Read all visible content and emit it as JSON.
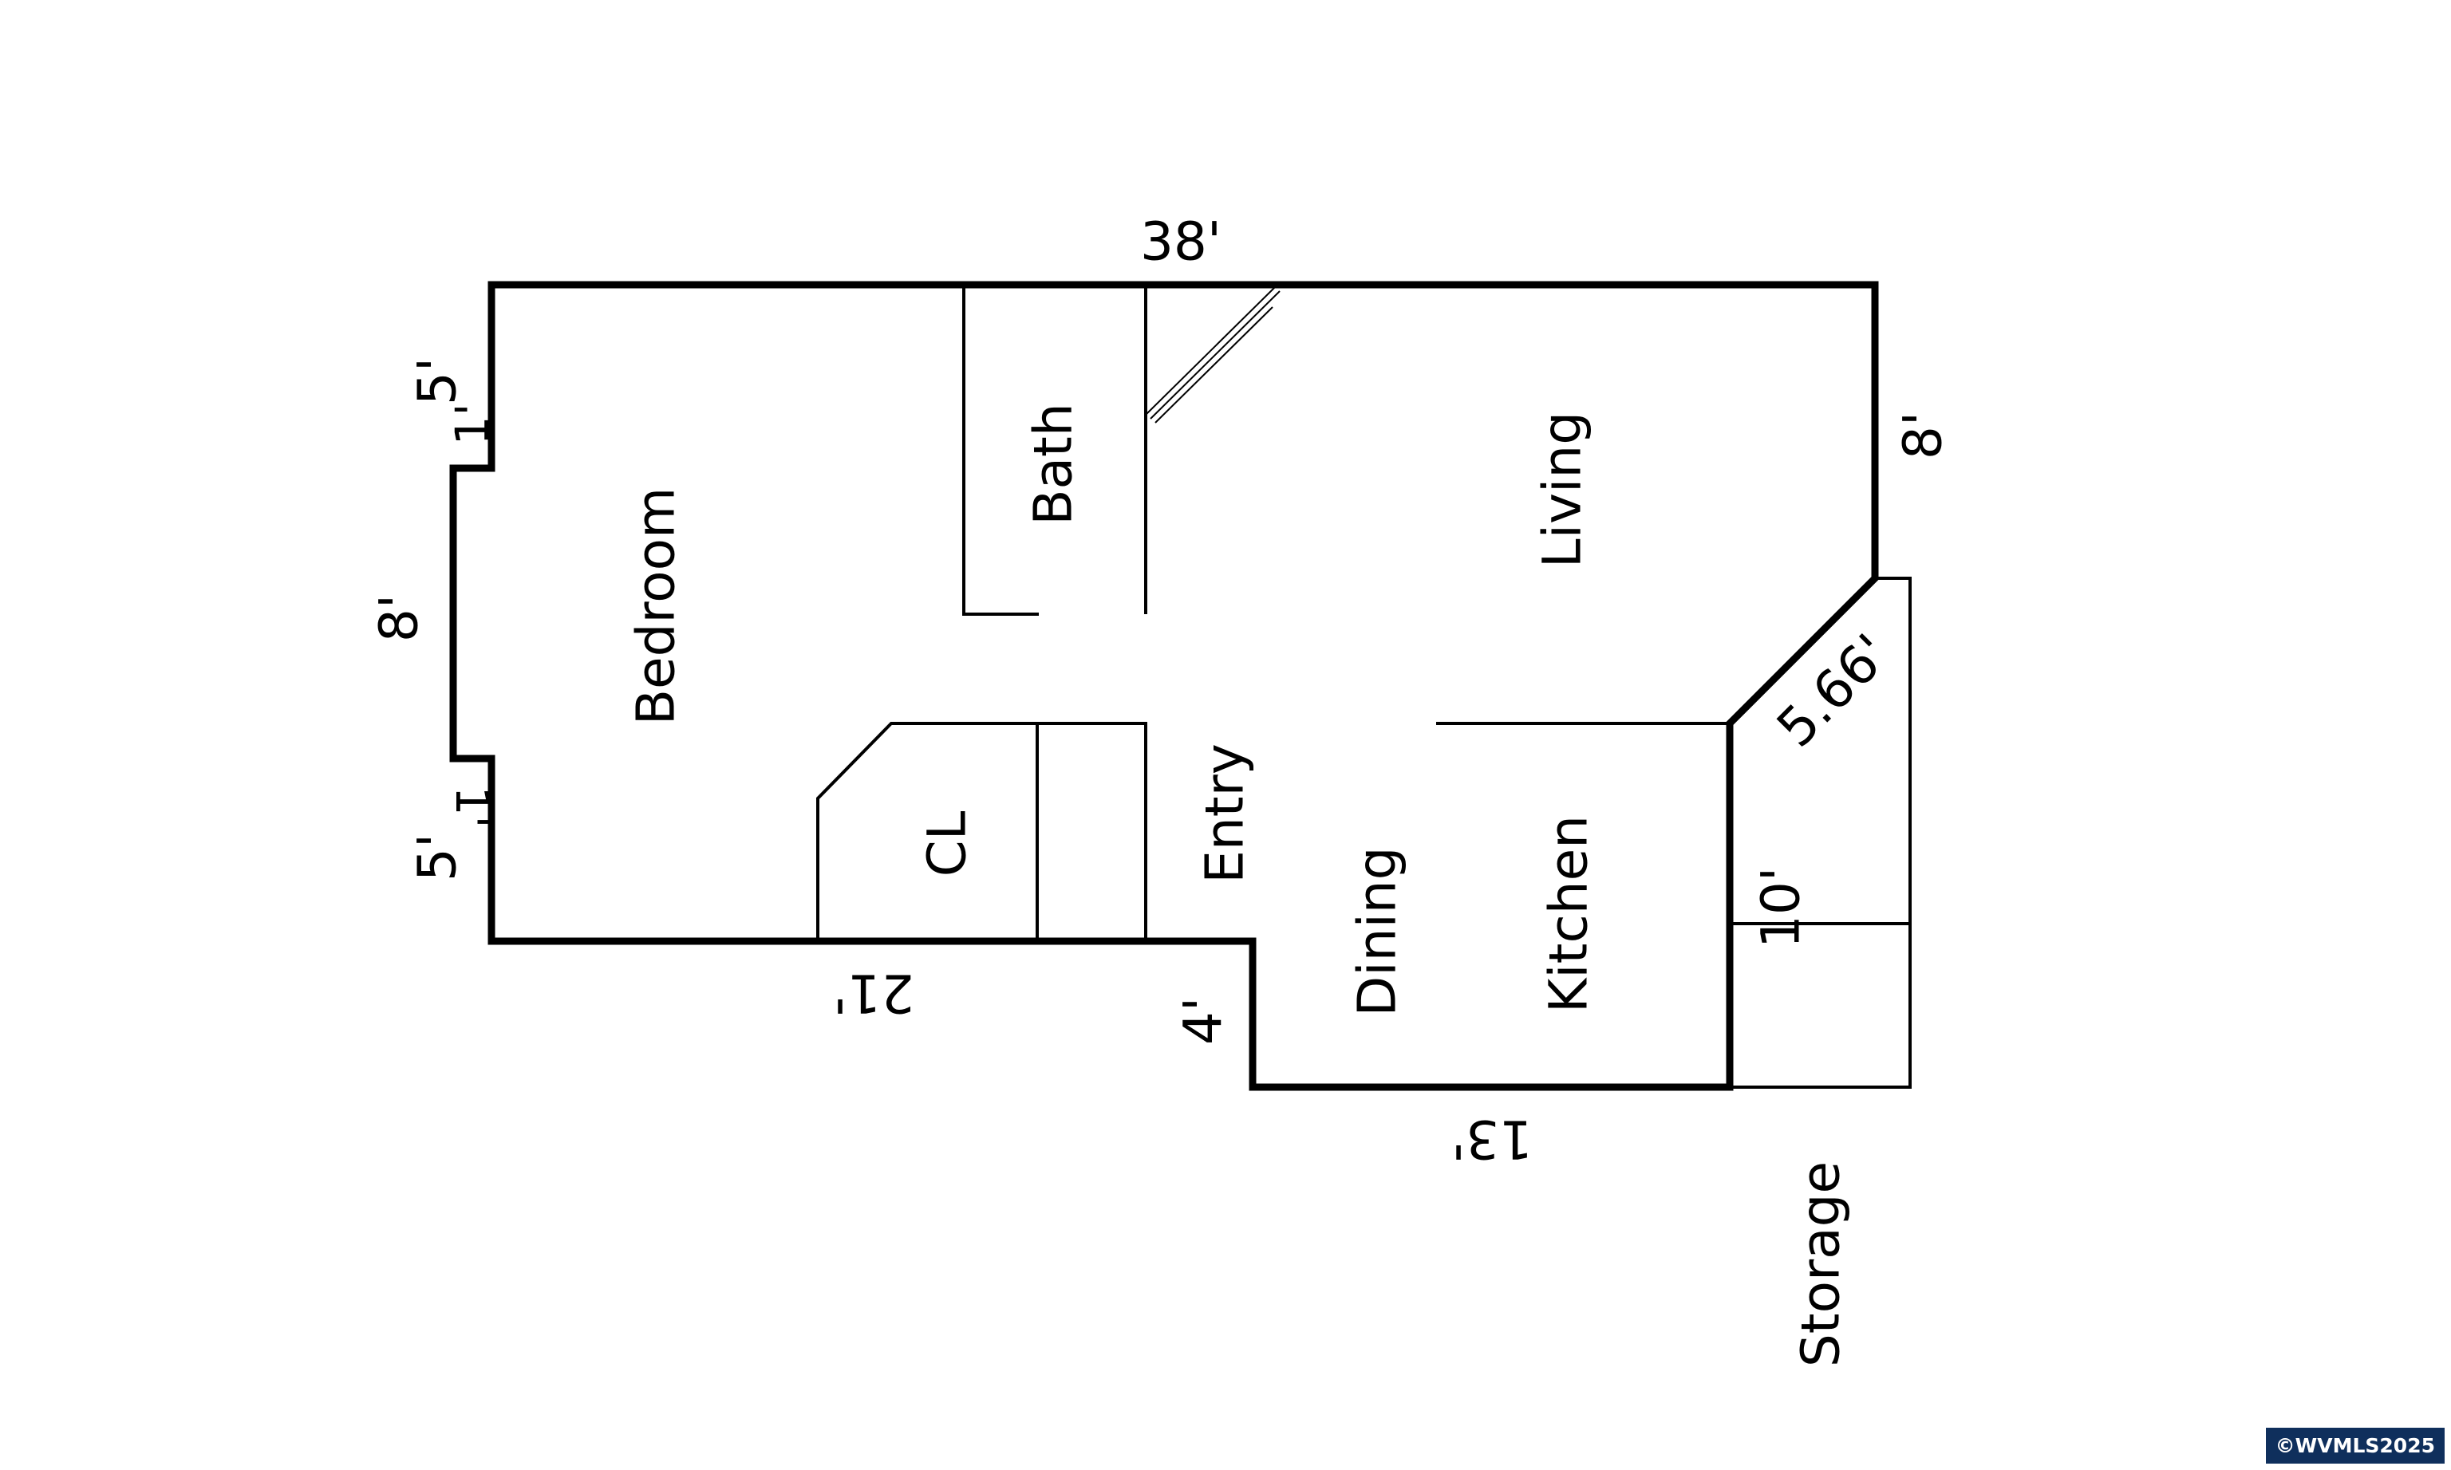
{
  "rooms": {
    "bedroom": "Bedroom",
    "bath": "Bath",
    "living": "Living",
    "closet": "CL",
    "entry": "Entry",
    "dining": "Dining",
    "kitchen": "Kitchen",
    "storage": "Storage"
  },
  "dimensions": {
    "top": "38'",
    "left_upper": "5'",
    "left_upper_offset": "1'",
    "left_middle": "8'",
    "left_lower": "5'",
    "left_lower_offset": "1'",
    "bottom_left": "21'",
    "step": "4'",
    "bottom_right": "13'",
    "right": "8'",
    "diagonal": "5.66'",
    "storage_side": "10'"
  },
  "watermark": "©WVMLS2025"
}
